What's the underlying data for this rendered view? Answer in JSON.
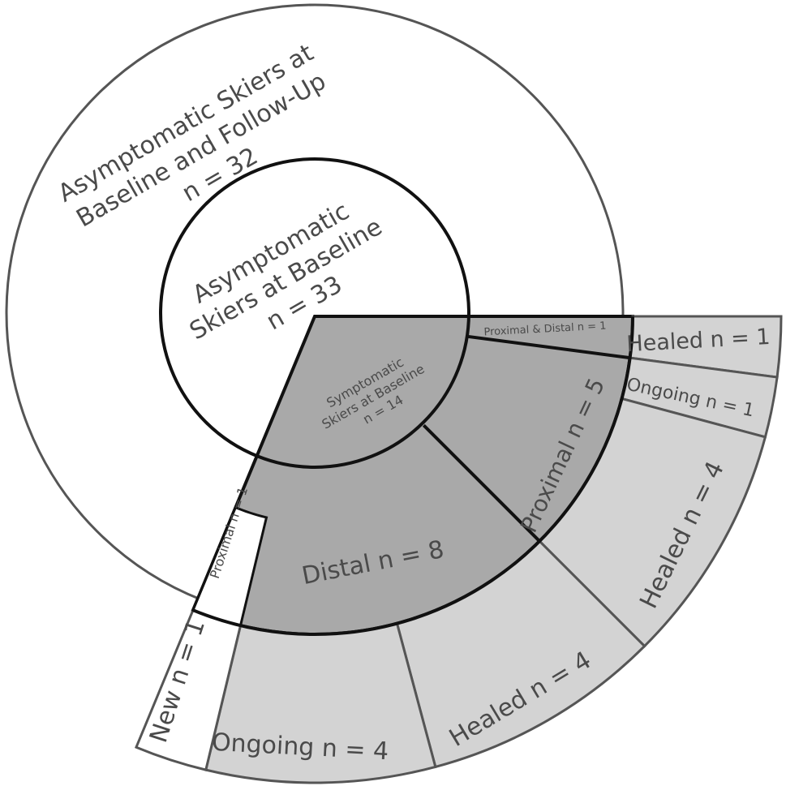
{
  "chart_data": {
    "type": "sunburst",
    "colors": {
      "background": "#ffffff",
      "asymptomatic": "#ffffff",
      "symptomatic_center": "#a9a9a9",
      "middle_ring": "#a9a9a9",
      "outer_ring": "#d3d3d3",
      "new_case": "#ffffff",
      "stroke_outer": "#555555",
      "stroke_dark": "#111111",
      "text": "#4a4a4a"
    },
    "center": {
      "asymptomatic": {
        "label_lines": [
          "Asymptomatic",
          "Skiers at Baseline",
          "n = 33"
        ],
        "n": 33
      },
      "symptomatic": {
        "label_lines": [
          "Symptomatic",
          "Skiers at Baseline",
          "n = 14"
        ],
        "n": 14
      }
    },
    "middle_ring": [
      {
        "label": "Asymptomatic Skiers at Baseline and Follow-Up n = 32",
        "label_lines": [
          "Asymptomatic Skiers at",
          "Baseline and Follow-Up",
          "n = 32"
        ],
        "n": 32,
        "group": "asymptomatic"
      },
      {
        "label": "Proximal n = 1",
        "n": 1,
        "group": "asymptomatic"
      },
      {
        "label": "Proximal & Distal n = 1",
        "n": 1,
        "group": "symptomatic"
      },
      {
        "label": "Proximal n = 5",
        "n": 5,
        "group": "symptomatic"
      },
      {
        "label": "Distal n = 8",
        "n": 8,
        "group": "symptomatic"
      }
    ],
    "outer_ring": [
      {
        "label": "Healed n = 1",
        "n": 1,
        "parent": "Proximal & Distal n = 1"
      },
      {
        "label": "Ongoing n = 1",
        "n": 1,
        "parent": "Proximal n = 5"
      },
      {
        "label": "Healed n = 4",
        "n": 4,
        "parent": "Proximal n = 5"
      },
      {
        "label": "Healed n = 4",
        "n": 4,
        "parent": "Distal n = 8"
      },
      {
        "label": "Ongoing n = 4",
        "n": 4,
        "parent": "Distal n = 8"
      },
      {
        "label": "New n = 1",
        "n": 1,
        "parent": "Proximal n = 1"
      }
    ]
  }
}
